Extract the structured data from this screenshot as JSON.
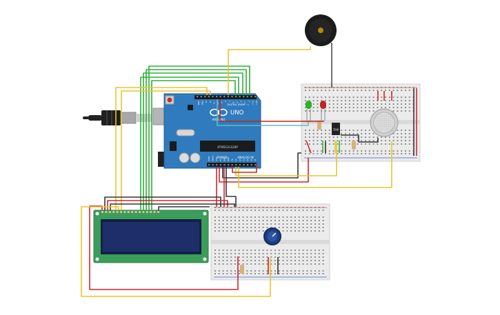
{
  "arduino": {
    "brand": "ARDUINO",
    "model": "UNO",
    "digital_label": "DIGITAL (PWM ~)",
    "power_label": "POWER",
    "analog_label": "ANALOG IN",
    "chip_label": "ATMEGA328P",
    "header_top_labels": [
      "AREF",
      "GND",
      "13",
      "12",
      "~11",
      "~10",
      "~9",
      "8",
      "7",
      "~6",
      "~5",
      "4",
      "~3",
      "2",
      "TX 1",
      "RX 0"
    ],
    "header_bottom_labels": [
      "IOREF",
      "RESET",
      "3.3V",
      "5V",
      "GND",
      "GND",
      "Vin",
      "A0",
      "A1",
      "A2",
      "A3",
      "A4",
      "A5"
    ]
  },
  "temperature_sensor": {
    "label": "TMP"
  },
  "components": {
    "buzzer": "buzzer-icon",
    "gas_sensor": "gas-sensor-icon",
    "lcd": "lcd-16x2-icon",
    "potentiometer": "potentiometer-icon",
    "power_plug": "dc-jack-plug-icon"
  },
  "colors": {
    "wire_green": "#2eae3a",
    "wire_yellow": "#e7c52a",
    "wire_red": "#d2232a",
    "wire_black": "#333333",
    "wire_teal": "#66bbbb",
    "arduino_blue": "#2f7bbd",
    "lcd_green": "#3a9e5a",
    "lcd_screen": "#1e2e6a",
    "breadboard": "#e8e8e8"
  }
}
